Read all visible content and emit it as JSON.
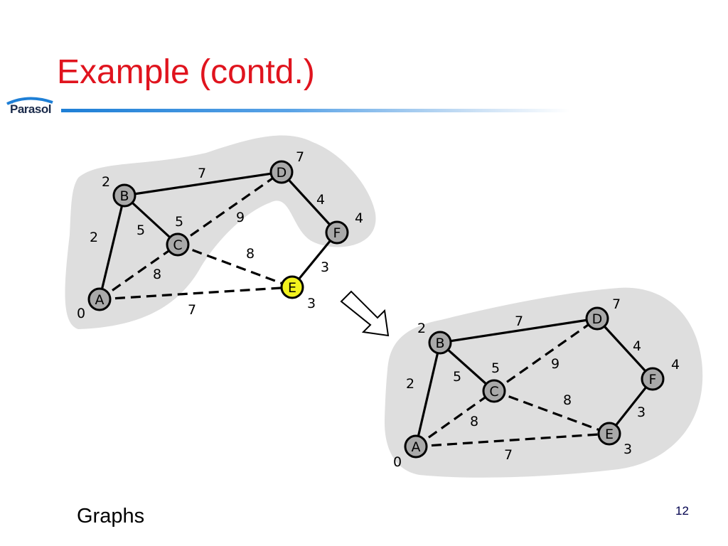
{
  "slide": {
    "title": "Example (contd.)",
    "logo_text": "Parasol",
    "footer": "Graphs",
    "page_number": "12"
  },
  "colors": {
    "title": "#e0141e",
    "region": "#dedede",
    "node": "#a9a9a9",
    "highlight_node": "#f2f21e"
  },
  "graphs": [
    {
      "id": "before",
      "nodes": [
        {
          "id": "A",
          "label": "A",
          "distance": "0",
          "highlight": false
        },
        {
          "id": "B",
          "label": "B",
          "distance": "2",
          "highlight": false
        },
        {
          "id": "C",
          "label": "C",
          "distance": "5",
          "highlight": false
        },
        {
          "id": "D",
          "label": "D",
          "distance": "7",
          "highlight": false
        },
        {
          "id": "E",
          "label": "E",
          "distance": "3",
          "highlight": true
        },
        {
          "id": "F",
          "label": "F",
          "distance": "4",
          "highlight": false
        }
      ],
      "edges": [
        {
          "from": "A",
          "to": "B",
          "weight": "2",
          "style": "solid"
        },
        {
          "from": "B",
          "to": "C",
          "weight": "5",
          "style": "solid"
        },
        {
          "from": "B",
          "to": "D",
          "weight": "7",
          "style": "solid"
        },
        {
          "from": "D",
          "to": "F",
          "weight": "4",
          "style": "solid"
        },
        {
          "from": "F",
          "to": "E",
          "weight": "3",
          "style": "solid"
        },
        {
          "from": "C",
          "to": "D",
          "weight": "9",
          "style": "dashed"
        },
        {
          "from": "C",
          "to": "E",
          "weight": "8",
          "style": "dashed"
        },
        {
          "from": "A",
          "to": "C",
          "weight": "8",
          "style": "dashed"
        },
        {
          "from": "A",
          "to": "E",
          "weight": "7",
          "style": "dashed"
        }
      ]
    },
    {
      "id": "after",
      "nodes": [
        {
          "id": "A",
          "label": "A",
          "distance": "0",
          "highlight": false
        },
        {
          "id": "B",
          "label": "B",
          "distance": "2",
          "highlight": false
        },
        {
          "id": "C",
          "label": "C",
          "distance": "5",
          "highlight": false
        },
        {
          "id": "D",
          "label": "D",
          "distance": "7",
          "highlight": false
        },
        {
          "id": "E",
          "label": "E",
          "distance": "3",
          "highlight": false
        },
        {
          "id": "F",
          "label": "F",
          "distance": "4",
          "highlight": false
        }
      ],
      "edges": [
        {
          "from": "A",
          "to": "B",
          "weight": "2",
          "style": "solid"
        },
        {
          "from": "B",
          "to": "C",
          "weight": "5",
          "style": "solid"
        },
        {
          "from": "B",
          "to": "D",
          "weight": "7",
          "style": "solid"
        },
        {
          "from": "D",
          "to": "F",
          "weight": "4",
          "style": "solid"
        },
        {
          "from": "F",
          "to": "E",
          "weight": "3",
          "style": "solid"
        },
        {
          "from": "C",
          "to": "D",
          "weight": "9",
          "style": "dashed"
        },
        {
          "from": "C",
          "to": "E",
          "weight": "8",
          "style": "dashed"
        },
        {
          "from": "A",
          "to": "C",
          "weight": "8",
          "style": "dashed"
        },
        {
          "from": "A",
          "to": "E",
          "weight": "7",
          "style": "dashed"
        }
      ]
    }
  ]
}
